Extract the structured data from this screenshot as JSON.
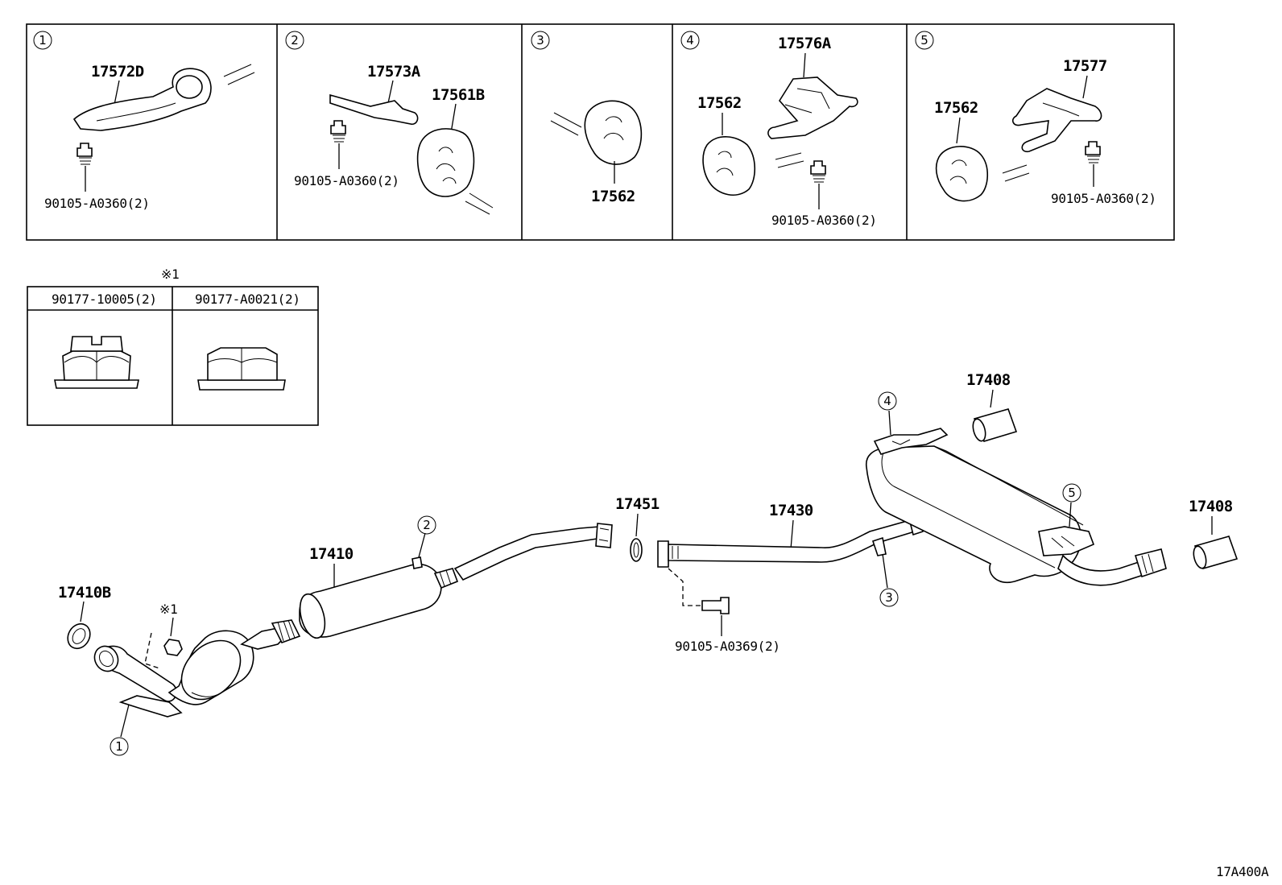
{
  "diagram_id": "17A400A",
  "panels": [
    {
      "callout": "1",
      "parts": [
        "17572D",
        "90105-A0360(2)"
      ]
    },
    {
      "callout": "2",
      "parts": [
        "17573A",
        "17561B",
        "90105-A0360(2)"
      ]
    },
    {
      "callout": "3",
      "parts": [
        "17562"
      ]
    },
    {
      "callout": "4",
      "parts": [
        "17576A",
        "17562",
        "90105-A0360(2)"
      ]
    },
    {
      "callout": "5",
      "parts": [
        "17577",
        "17562",
        "90105-A0360(2)"
      ]
    }
  ],
  "nut_table": {
    "note_mark": "※1",
    "columns": [
      "90177-10005(2)",
      "90177-A0021(2)"
    ]
  },
  "main_parts": {
    "p17410B": "17410B",
    "note_mark": "※1",
    "p17410": "17410",
    "p17451": "17451",
    "p17430": "17430",
    "bolt": "90105-A0369(2)",
    "p17408_top": "17408",
    "p17408_right": "17408"
  },
  "callouts": {
    "c1": "1",
    "c2": "2",
    "c3": "3",
    "c4": "4",
    "c5": "5"
  }
}
